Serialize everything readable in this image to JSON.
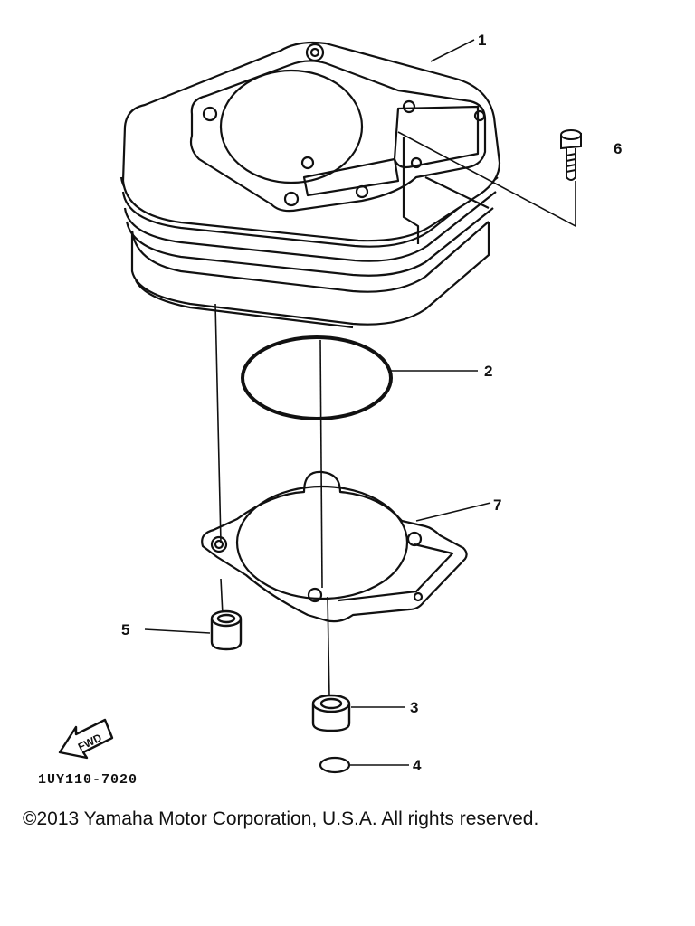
{
  "callouts": {
    "p1": "1",
    "p2": "2",
    "p3": "3",
    "p4": "4",
    "p5": "5",
    "p6": "6",
    "p7": "7"
  },
  "fwd_label": "FWD",
  "part_code": "1UY110-7020",
  "copyright": "©2013 Yamaha Motor Corporation, U.S.A. All rights reserved.",
  "colors": {
    "ink": "#111111",
    "paper": "#ffffff"
  }
}
